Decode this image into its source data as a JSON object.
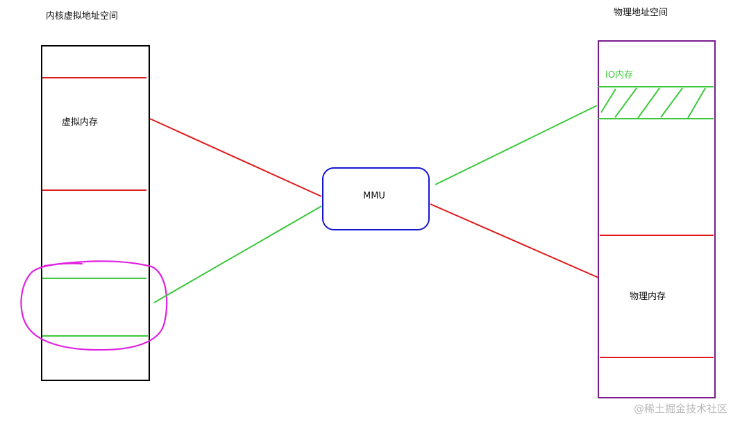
{
  "kernel_space": {
    "title": "内核虚拟地址空间",
    "virtual_memory_label": "虚拟内存"
  },
  "physical_space": {
    "title": "物理地址空间",
    "io_memory_label": "IO内存",
    "physical_memory_label": "物理内存"
  },
  "mmu": {
    "label": "MMU"
  },
  "watermark": {
    "text": "@稀土掘金技术社区"
  },
  "colors": {
    "red": "#e01a1a",
    "green": "#3cc83c",
    "blue": "#1414d2",
    "purple": "#7a1a8c",
    "magenta": "#e020e0",
    "black": "#000000"
  }
}
